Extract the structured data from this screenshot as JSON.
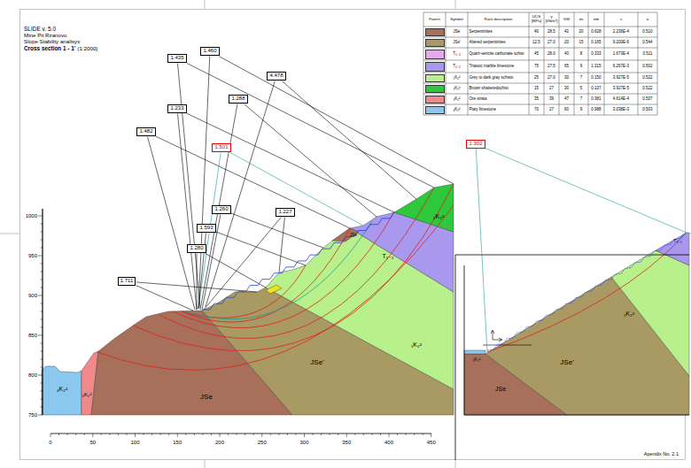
{
  "diagram": {
    "title": "SLIDE v. 5.0",
    "nodes": [
      {
        "text": [
          "1.460"
        ]
      },
      {
        "text": [
          "1.435"
        ]
      },
      {
        "text": [
          "1.233"
        ]
      },
      {
        "text": [
          "4.478"
        ]
      },
      {
        "text": [
          "1.288"
        ]
      },
      {
        "text": [
          "1.482"
        ]
      },
      {
        "text": [
          "1.501"
        ]
      },
      {
        "text": [
          "1.260"
        ]
      },
      {
        "text": [
          "1.593"
        ]
      },
      {
        "text": [
          "1.227"
        ]
      },
      {
        "text": [
          "1.280"
        ]
      },
      {
        "text": [
          "1.711"
        ]
      },
      {
        "text": [
          "1.302"
        ]
      }
    ],
    "labels": [
      "Mine Pit Rzanovo",
      "Slope Stability analisys",
      "Cross section 1 - 1'",
      "(1:2000)",
      "Patern",
      "Symbol",
      "Rock description",
      "UCS [MPa]",
      "γ [kN/m³]",
      "GSI",
      "mi",
      "mb",
      "s",
      "a",
      "JSe",
      "40",
      "28.5",
      "42",
      "20",
      "0.628",
      "2.236E-4",
      "0.510",
      "JSe'",
      "12.5",
      "27.0",
      "20",
      "15",
      "0.165",
      "9.200E-6",
      "0.544",
      "T₁₋₂",
      "45",
      "28.0",
      "40",
      "8",
      "0.333",
      "1.673E-4",
      "0.511",
      "T₁₋₂",
      "75",
      "27.5",
      "65",
      "9",
      "1.315",
      "6.267E-3",
      "0.502",
      "₁K₂²",
      "25",
      "27.0",
      "30",
      "7",
      "0.150",
      "3.927E-5",
      "0.522",
      "₂K₂²",
      "15",
      "27",
      "30",
      "5",
      "0.107",
      "3.927E-5",
      "0.522",
      "₃K₂²",
      "35",
      "39",
      "47",
      "7",
      "0.381",
      "4.614E-4",
      "0.507",
      "₄K₂²",
      "70",
      "27",
      "60",
      "9",
      "0.988",
      "3.038E-3",
      "0.503",
      "1000",
      "950",
      "900",
      "850",
      "800",
      "750",
      "0",
      "50",
      "100",
      "150",
      "200",
      "250",
      "300",
      "350",
      "400",
      "450",
      "₄K₂²",
      "₃K₂²",
      "JSe",
      "JSe'",
      "₁K₂²",
      "T₁₋₂",
      "₂K₂²",
      "JSe",
      "JSe",
      "JSe'",
      "₁K₂²",
      "T₁₋₂",
      "₁K₂²",
      "Apendix No. 2.1"
    ],
    "legend": [
      {
        "text": "Serpentinites",
        "color": "#a8705a"
      },
      {
        "text": "Altered serpentinites",
        "color": "#a89a62"
      },
      {
        "text": "Quarz-sericite carbonate schist",
        "color": "#e8a8f0"
      },
      {
        "text": "Triassic marble limestone",
        "color": "#a898ee"
      },
      {
        "text": "Grey to dark gray schists",
        "color": "#b8f08c"
      },
      {
        "text": "Brown shatteredschist",
        "color": "#2ec83c"
      },
      {
        "text": "Ore strata",
        "color": "#f08a8a"
      },
      {
        "text": "Platy limestone",
        "color": "#8ac8f0"
      }
    ]
  }
}
